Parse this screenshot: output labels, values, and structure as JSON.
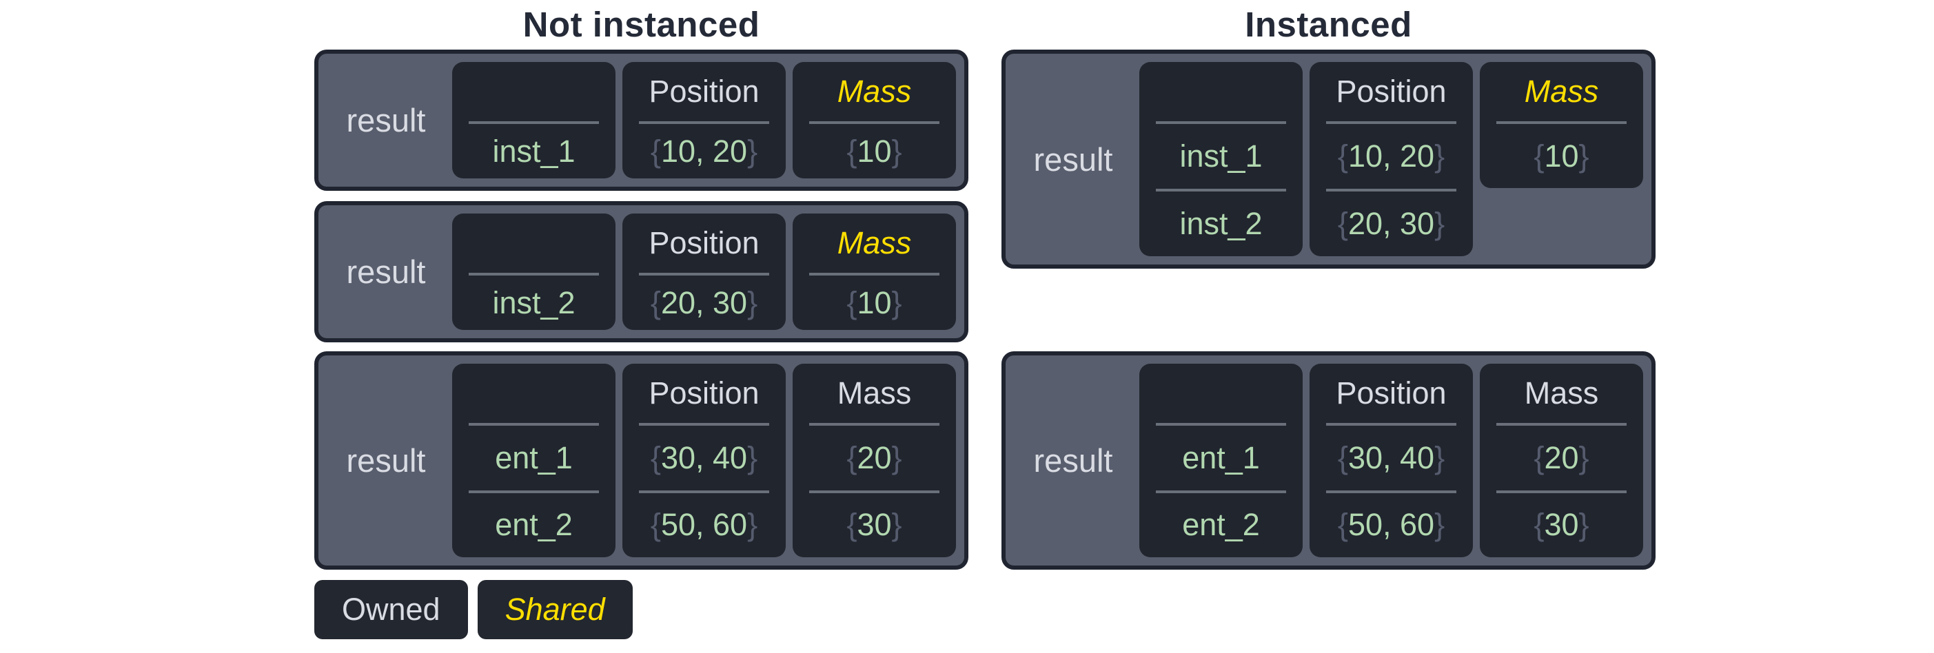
{
  "titles": {
    "left": "Not instanced",
    "right": "Instanced"
  },
  "punct": {
    "open": "{",
    "close": "}"
  },
  "legend": {
    "owned": "Owned",
    "shared": "Shared"
  },
  "colors": {
    "outer_fill": "#585e6d",
    "outer_border": "#1f2430",
    "cell_fill": "#21252e",
    "header_text": "#dadce4",
    "shared_yellow": "#ffdf00",
    "value_green": "#b2d8b0",
    "brace_gray": "#565c6e",
    "divider_gray": "#6a707a",
    "title_dark": "#252a38",
    "page_bg": "#ffffff"
  },
  "tables": {
    "ni1": {
      "label": "result",
      "name": {
        "header": "",
        "v1": "inst_1"
      },
      "position": {
        "header": "Position",
        "v1": "10, 20"
      },
      "mass": {
        "header": "Mass",
        "v1": "10"
      }
    },
    "ni2": {
      "label": "result",
      "name": {
        "header": "",
        "v1": "inst_2"
      },
      "position": {
        "header": "Position",
        "v1": "20, 30"
      },
      "mass": {
        "header": "Mass",
        "v1": "10"
      }
    },
    "ni3": {
      "label": "result",
      "name": {
        "header": "",
        "v1": "ent_1",
        "v2": "ent_2"
      },
      "position": {
        "header": "Position",
        "v1": "30, 40",
        "v2": "50, 60"
      },
      "mass": {
        "header": "Mass",
        "v1": "20",
        "v2": "30"
      }
    },
    "i1": {
      "label": "result",
      "name": {
        "header": "",
        "v1": "inst_1",
        "v2": "inst_2"
      },
      "position": {
        "header": "Position",
        "v1": "10, 20",
        "v2": "20, 30"
      },
      "mass": {
        "header": "Mass",
        "v1": "10"
      }
    },
    "i2": {
      "label": "result",
      "name": {
        "header": "",
        "v1": "ent_1",
        "v2": "ent_2"
      },
      "position": {
        "header": "Position",
        "v1": "30, 40",
        "v2": "50, 60"
      },
      "mass": {
        "header": "Mass",
        "v1": "20",
        "v2": "30"
      }
    }
  }
}
